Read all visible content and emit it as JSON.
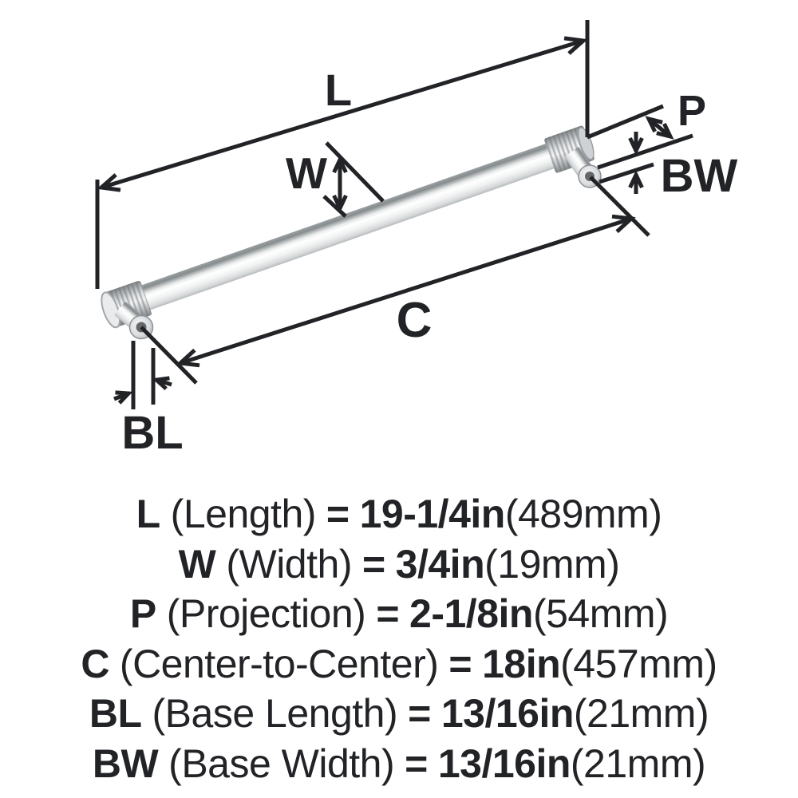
{
  "diagram": {
    "labels": {
      "L": "L",
      "W": "W",
      "P": "P",
      "C": "C",
      "BL": "BL",
      "BW": "BW"
    }
  },
  "specs": [
    {
      "label": "L",
      "name": "(Length)",
      "eq": "=",
      "value": "19-1/4in",
      "metric": "(489mm)"
    },
    {
      "label": "W",
      "name": "(Width)",
      "eq": "=",
      "value": "3/4in",
      "metric": "(19mm)"
    },
    {
      "label": "P",
      "name": "(Projection)",
      "eq": "=",
      "value": "2-1/8in",
      "metric": "(54mm)"
    },
    {
      "label": "C",
      "name": "(Center-to-Center)",
      "eq": "=",
      "value": "18in",
      "metric": "(457mm)"
    },
    {
      "label": "BL",
      "name": "(Base Length)",
      "eq": "=",
      "value": "13/16in",
      "metric": "(21mm)"
    },
    {
      "label": "BW",
      "name": "(Base Width)",
      "eq": "=",
      "value": "13/16in",
      "metric": "(21mm)"
    }
  ],
  "colors": {
    "ink": "#222326",
    "background": "#ffffff",
    "chrome_highlight": "#ffffff",
    "chrome_mid": "#c9ccce",
    "chrome_shadow": "#84888b"
  }
}
